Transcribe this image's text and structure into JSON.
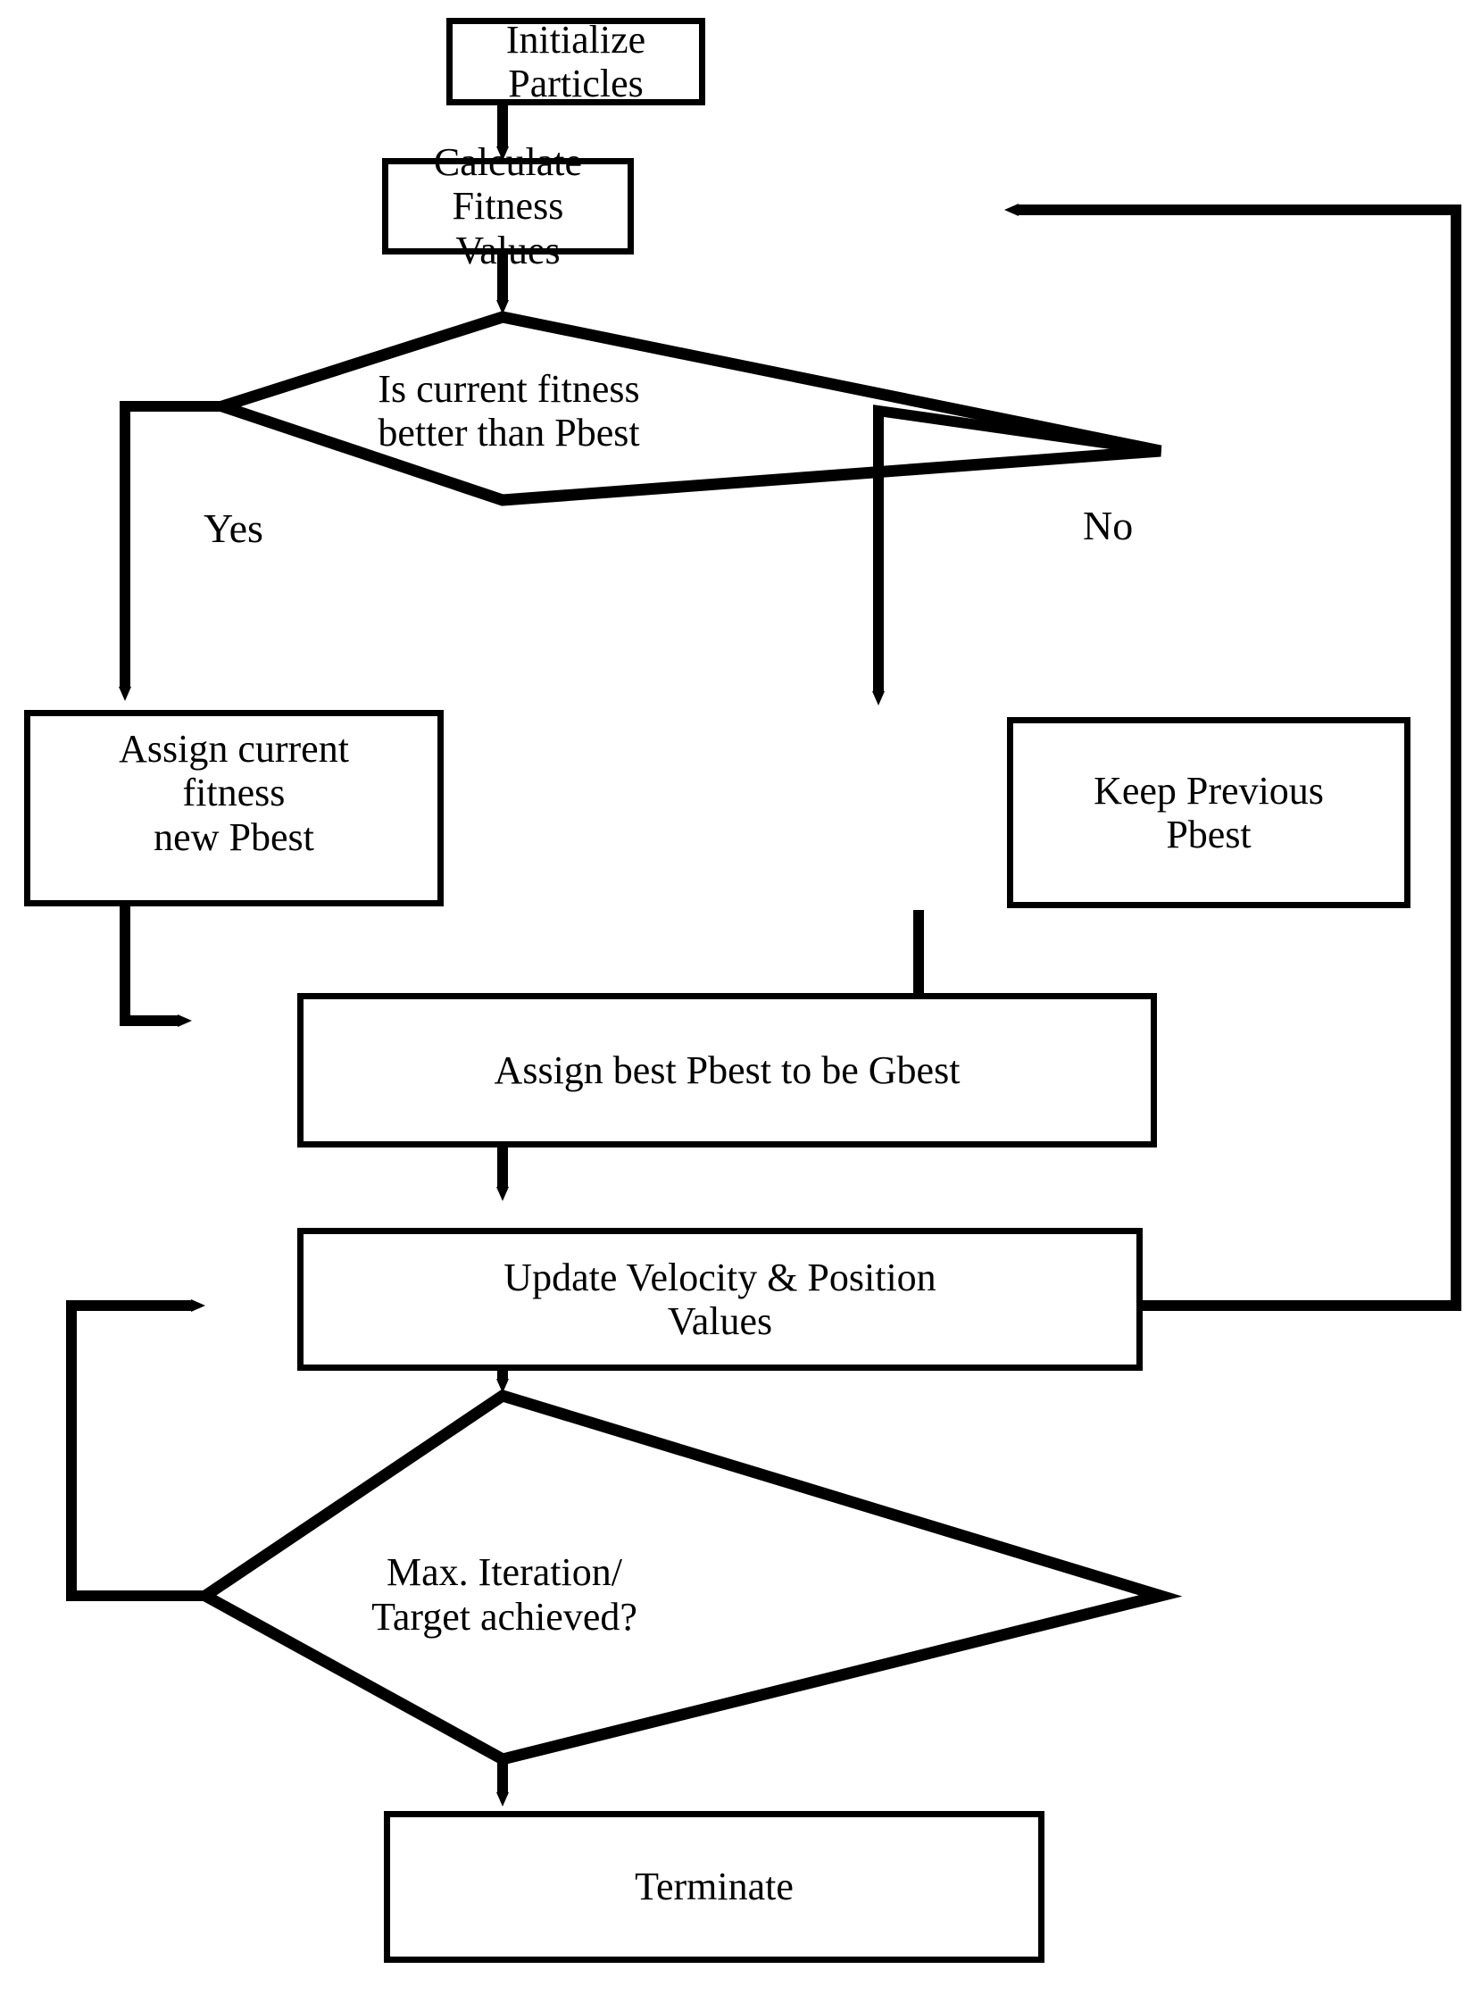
{
  "diagram": {
    "type": "flowchart",
    "title_present": false,
    "colors": {
      "stroke": "#000000",
      "fill": "#ffffff",
      "text": "#000000"
    },
    "nodes": [
      {
        "id": "initialize",
        "shape": "process",
        "label": "Initialize Particles"
      },
      {
        "id": "calc_fitness",
        "shape": "process",
        "label": "Calculate Fitness\nValues"
      },
      {
        "id": "decision_pbest",
        "shape": "decision",
        "label": "Is current fitness\nbetter than Pbest"
      },
      {
        "id": "assign_new_pbest",
        "shape": "process",
        "label": "Assign current\nfitness\nnew Pbest"
      },
      {
        "id": "keep_prev_pbest",
        "shape": "process",
        "label": "Keep Previous\nPbest"
      },
      {
        "id": "assign_gbest",
        "shape": "process",
        "label": "Assign best Pbest to be Gbest"
      },
      {
        "id": "update_velocity",
        "shape": "process",
        "label": "Update Velocity & Position\nValues"
      },
      {
        "id": "decision_stop",
        "shape": "decision",
        "label": "Max. Iteration/\nTarget achieved?"
      },
      {
        "id": "terminate",
        "shape": "process",
        "label": "Terminate"
      }
    ],
    "edge_labels": [
      {
        "id": "yes_label",
        "label": "Yes"
      },
      {
        "id": "no_label",
        "label": "No"
      }
    ],
    "edges": [
      {
        "from": "initialize",
        "to": "calc_fitness",
        "label": ""
      },
      {
        "from": "calc_fitness",
        "to": "decision_pbest",
        "label": ""
      },
      {
        "from": "decision_pbest",
        "to": "assign_new_pbest",
        "label": "Yes"
      },
      {
        "from": "decision_pbest",
        "to": "keep_prev_pbest",
        "label": "No"
      },
      {
        "from": "assign_new_pbest",
        "to": "assign_gbest",
        "label": ""
      },
      {
        "from": "keep_prev_pbest",
        "to": "assign_gbest",
        "label": ""
      },
      {
        "from": "assign_gbest",
        "to": "update_velocity",
        "label": ""
      },
      {
        "from": "update_velocity",
        "to": "decision_stop",
        "label": ""
      },
      {
        "from": "update_velocity",
        "to": "calc_fitness",
        "label": ""
      },
      {
        "from": "decision_stop",
        "to": "update_velocity",
        "label": ""
      },
      {
        "from": "decision_stop",
        "to": "terminate",
        "label": ""
      }
    ]
  }
}
